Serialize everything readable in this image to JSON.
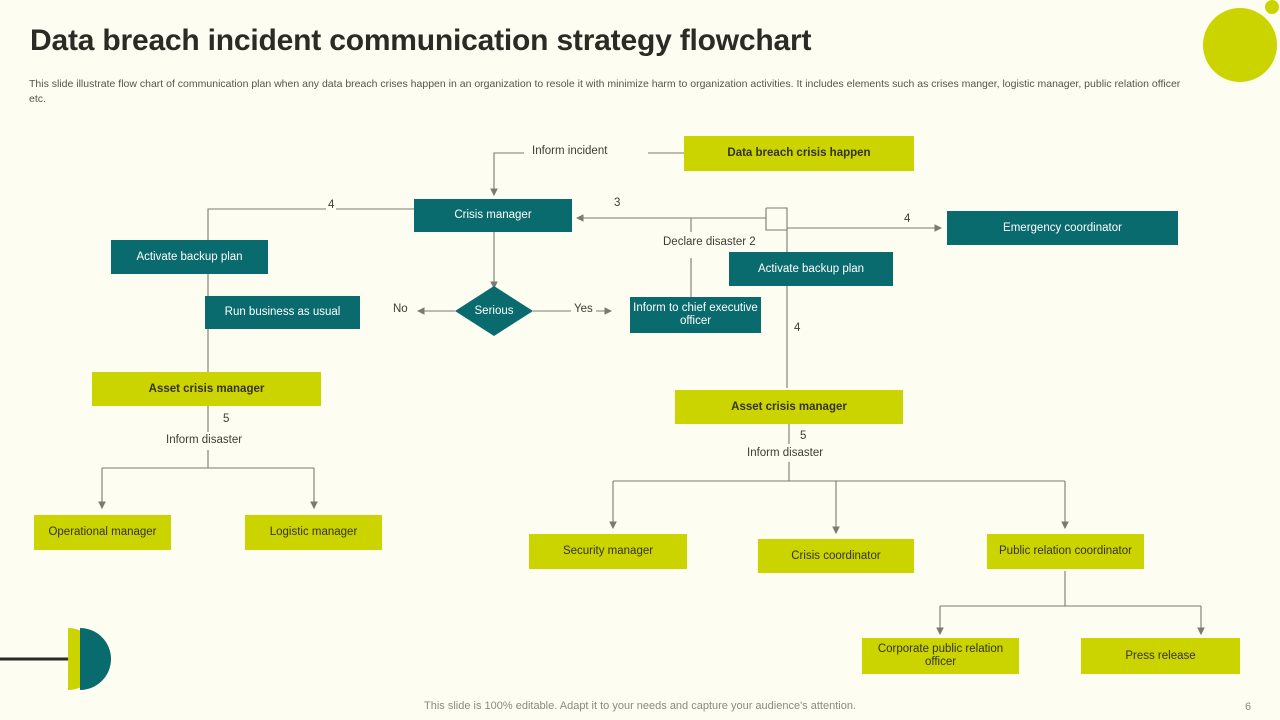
{
  "slide": {
    "title": "Data breach incident communication strategy flowchart",
    "subtitle": "This slide illustrate flow chart of communication plan when any data breach crises happen in an organization to resole it with minimize harm to organization activities. It includes elements such as crises manger, logistic manager, public relation officer etc.",
    "footer_note": "This slide is 100% editable. Adapt it to your needs and capture your audience's attention.",
    "page_number": "6"
  },
  "colors": {
    "background": "#fdfdf2",
    "teal": "#0a6b6e",
    "lime": "#ccd400",
    "title_text": "#2b2b25",
    "body_text": "#55554c",
    "connector": "#7a7a70"
  },
  "chart_data": {
    "type": "diagram",
    "title": "Data breach incident communication strategy flowchart",
    "nodes": [
      {
        "id": "data-breach-crisis-happen",
        "label": "Data breach crisis happen",
        "shape": "rect",
        "fill": "lime",
        "bold": true
      },
      {
        "id": "crisis-manager",
        "label": "Crisis manager",
        "shape": "rect",
        "fill": "teal"
      },
      {
        "id": "emergency-coordinator",
        "label": "Emergency coordinator",
        "shape": "rect",
        "fill": "teal"
      },
      {
        "id": "activate-backup-plan-left",
        "label": "Activate backup plan",
        "shape": "rect",
        "fill": "teal"
      },
      {
        "id": "activate-backup-plan-right",
        "label": "Activate backup plan",
        "shape": "rect",
        "fill": "teal"
      },
      {
        "id": "serious",
        "label": "Serious",
        "shape": "diamond",
        "fill": "teal"
      },
      {
        "id": "run-business-as-usual",
        "label": "Run business as usual",
        "shape": "rect",
        "fill": "teal"
      },
      {
        "id": "inform-to-chief-executive-officer",
        "label": "Inform to chief executive officer",
        "shape": "rect",
        "fill": "teal"
      },
      {
        "id": "asset-crisis-manager-left",
        "label": "Asset crisis manager",
        "shape": "rect",
        "fill": "lime",
        "bold": true
      },
      {
        "id": "asset-crisis-manager-right",
        "label": "Asset crisis manager",
        "shape": "rect",
        "fill": "lime",
        "bold": true
      },
      {
        "id": "operational-manager",
        "label": "Operational manager",
        "shape": "rect",
        "fill": "lime"
      },
      {
        "id": "logistic-manager",
        "label": "Logistic manager",
        "shape": "rect",
        "fill": "lime"
      },
      {
        "id": "security-manager",
        "label": "Security manager",
        "shape": "rect",
        "fill": "lime"
      },
      {
        "id": "crisis-coordinator",
        "label": "Crisis coordinator",
        "shape": "rect",
        "fill": "lime"
      },
      {
        "id": "public-relation-coordinator",
        "label": "Public relation coordinator",
        "shape": "rect",
        "fill": "lime"
      },
      {
        "id": "corporate-public-relation-officer",
        "label": "Corporate public relation officer",
        "shape": "rect",
        "fill": "lime"
      },
      {
        "id": "press-release",
        "label": "Press release",
        "shape": "rect",
        "fill": "lime"
      }
    ],
    "edge_labels": [
      {
        "id": "inform-incident",
        "text": "Inform incident"
      },
      {
        "id": "declare-disaster-2",
        "text": "Declare disaster 2"
      },
      {
        "id": "serious-no",
        "text": "No"
      },
      {
        "id": "serious-yes",
        "text": "Yes"
      },
      {
        "id": "inform-disaster-left",
        "text": "Inform disaster"
      },
      {
        "id": "inform-disaster-right",
        "text": "Inform disaster"
      }
    ],
    "numeric_labels": [
      {
        "id": "num-3",
        "text": "3"
      },
      {
        "id": "num-4-left",
        "text": "4"
      },
      {
        "id": "num-4-right",
        "text": "4"
      },
      {
        "id": "num-4-down",
        "text": "4"
      },
      {
        "id": "num-5-left",
        "text": "5"
      },
      {
        "id": "num-5-right",
        "text": "5"
      }
    ]
  },
  "nodes": {
    "data_breach_crisis_happen": "Data breach crisis happen",
    "crisis_manager": "Crisis manager",
    "emergency_coordinator": "Emergency coordinator",
    "activate_backup_plan_left": "Activate backup plan",
    "activate_backup_plan_right": "Activate backup plan",
    "serious": "Serious",
    "run_business_as_usual": "Run business as usual",
    "inform_to_chief_executive_officer": "Inform to chief executive officer",
    "asset_crisis_manager_left": "Asset crisis manager",
    "asset_crisis_manager_right": "Asset crisis manager",
    "operational_manager": "Operational manager",
    "logistic_manager": "Logistic manager",
    "security_manager": "Security manager",
    "crisis_coordinator": "Crisis coordinator",
    "public_relation_coordinator": "Public relation coordinator",
    "corporate_public_relation_officer": "Corporate public relation officer",
    "press_release": "Press release"
  },
  "labels": {
    "inform_incident": "Inform incident",
    "declare_disaster_2": "Declare disaster 2",
    "no": "No",
    "yes": "Yes",
    "inform_disaster_left": "Inform disaster",
    "inform_disaster_right": "Inform disaster",
    "n3": "3",
    "n4_left": "4",
    "n4_right": "4",
    "n4_down": "4",
    "n5_left": "5",
    "n5_right": "5"
  }
}
